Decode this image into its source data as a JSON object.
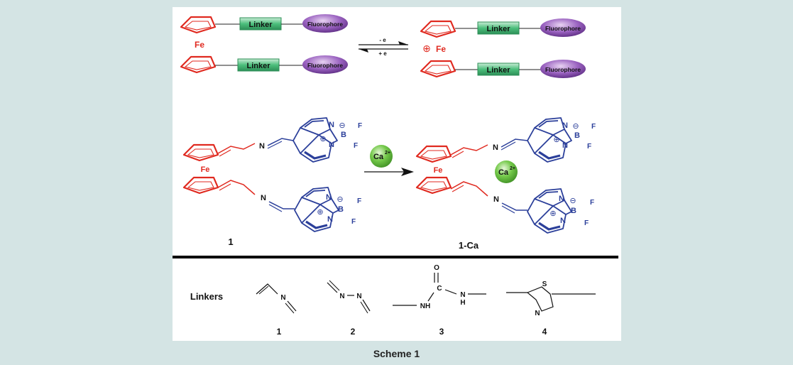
{
  "top": {
    "linker_label": "Linker",
    "fluorophore_label": "Fluorophore",
    "fe_label": "Fe",
    "oxidation_label": "- e",
    "reduction_label": "+ e",
    "oxidized_mark": "⊕"
  },
  "middle": {
    "ca_label": "Ca",
    "ca_charge": "2+",
    "atom_n": "N",
    "atom_b": "B",
    "atom_f": "F",
    "plus_mark": "⊕",
    "minus_mark": "⊖",
    "fe_label": "Fe",
    "compound_left": "1",
    "compound_right": "1-Ca"
  },
  "linkers": {
    "title": "Linkers",
    "items": [
      {
        "number": "1"
      },
      {
        "number": "2"
      },
      {
        "number": "3"
      },
      {
        "number": "4"
      }
    ],
    "atoms": {
      "n": "N",
      "o": "O",
      "c": "C",
      "nh": "NH",
      "h": "H",
      "s": "S"
    }
  },
  "caption": "Scheme 1",
  "colors": {
    "ferrocene": "#e02a20",
    "linker_box": "#3aa86b",
    "fluorophore": "#7a3fa0",
    "bodipy": "#2b3f9a",
    "calcium": "#55b33a"
  }
}
